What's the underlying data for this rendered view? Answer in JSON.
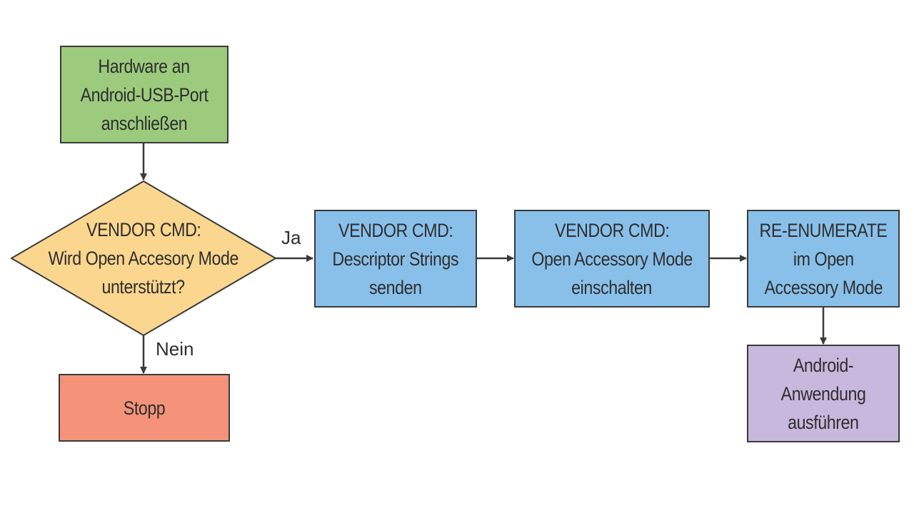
{
  "nodes": {
    "start": {
      "lines": [
        "Hardware an",
        "Android-USB-Port",
        "anschließen"
      ],
      "color": "#9ccb7d"
    },
    "decision": {
      "lines": [
        "VENDOR CMD:",
        "Wird Open Accesory Mode",
        "unterstützt?"
      ],
      "color": "#fbd68f"
    },
    "stop": {
      "lines": [
        "Stopp"
      ],
      "color": "#f4937a"
    },
    "descriptor": {
      "lines": [
        "VENDOR CMD:",
        "Descriptor Strings",
        "senden"
      ],
      "color": "#89c0ea"
    },
    "accessory_on": {
      "lines": [
        "VENDOR CMD:",
        "Open Accessory Mode",
        "einschalten"
      ],
      "color": "#89c0ea"
    },
    "reenumerate": {
      "lines": [
        "RE-ENUMERATE",
        "im Open",
        "Accessory Mode"
      ],
      "color": "#89c0ea"
    },
    "android_app": {
      "lines": [
        "Android-",
        "Anwendung",
        "ausführen"
      ],
      "color": "#c9b8dd"
    }
  },
  "edges": {
    "yes_label": "Ja",
    "no_label": "Nein"
  }
}
